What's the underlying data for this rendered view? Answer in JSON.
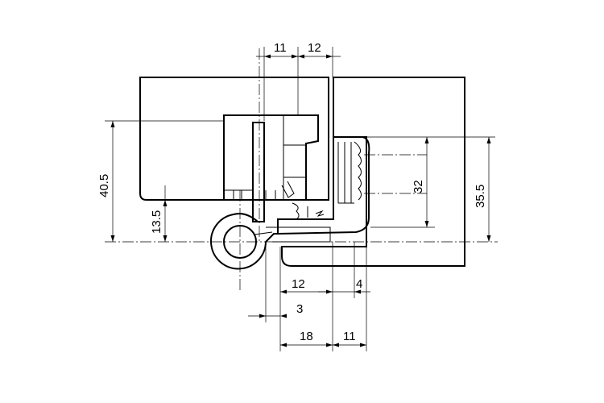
{
  "drawing": {
    "title": "Concealed hinge cross-section",
    "dimensions": {
      "top_left": "11",
      "top_right": "12",
      "left_height": "40.5",
      "left_offset": "13.5",
      "right_inner": "32",
      "right_outer": "35.5",
      "bottom_12": "12",
      "bottom_4": "4",
      "bottom_3": "3",
      "bottom_18": "18",
      "bottom_11": "11"
    }
  }
}
